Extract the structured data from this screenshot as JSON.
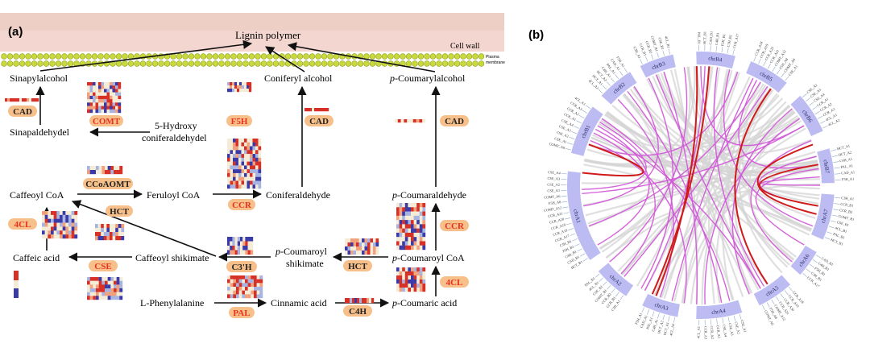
{
  "panel_a": {
    "label": "(a)",
    "cell_wall": "Cell wall",
    "plasma_membrane_line1": "Plasma",
    "plasma_membrane_line2": "membrane",
    "lignin": "Lignin polymer",
    "metabolites": {
      "sinapylalcohol": "Sinapylalcohol",
      "coniferyl_alcohol": "Coniferyl alcohol",
      "p_coumaryl_prefix": "p",
      "p_coumaryl": "-Coumarylalcohol",
      "sinapaldehydel": "Sinapaldehydel",
      "hydroxy_line1": "5-Hydroxy",
      "hydroxy_line2": "coniferaldehydel",
      "caffeoyl_coa": "Caffeoyl CoA",
      "feruloyl_coa": "Feruloyl CoA",
      "coniferaldehyde": "Coniferaldehyde",
      "p_coumaraldehyde": "-Coumaraldehyde",
      "caffeic_acid": "Caffeic acid",
      "caffeoyl_shikimate": "Caffeoyl shikimate",
      "p_coumaroyl_shikimate_line1": "-Coumaroyl",
      "p_coumaroyl_shikimate_line2": "shikimate",
      "p_coumaroyl_coa": "-Coumaroyl CoA",
      "l_phenylalanine": "L-Phenylalanine",
      "cinnamic_acid": "Cinnamic acid",
      "p_coumaric_acid": "-Coumaric acid"
    },
    "enzymes": {
      "cad_left": "CAD",
      "comt": "COMT",
      "f5h": "F5H",
      "cad_mid": "CAD",
      "cad_right": "CAD",
      "ccoaomt": "CCoAOMT",
      "hct_top": "HCT",
      "ccr_mid": "CCR",
      "ccr_right": "CCR",
      "four_cl_left": "4CL",
      "cse": "CSE",
      "c3h": "C3'H",
      "hct_mid": "HCT",
      "four_cl_right": "4CL",
      "pal": "PAL",
      "c4h": "C4H"
    },
    "colors": {
      "enzyme_pill": "#f7c08a",
      "enzyme_red_text": "#e8301f",
      "enzyme_dark_text": "#222222",
      "membrane_bead": "#c9d83a",
      "cell_wall_band": "#f2d6cf",
      "heat_red": "#d73027",
      "heat_blue": "#3a3aa8",
      "heat_cream": "#f4ecd6"
    }
  },
  "panel_b": {
    "label": "(b)",
    "chromosomes": [
      "chrB1",
      "chrB2",
      "chrB3",
      "chrB4",
      "chrB5",
      "chrB6",
      "chrB7",
      "chrA7",
      "chrA6",
      "chrA5",
      "chrA4",
      "chrA3",
      "chrA2",
      "chrA1"
    ],
    "colors": {
      "chromosome_block": "#bcbcf2",
      "link_grey": "#d4d4d4",
      "link_magenta": "#d25ad9",
      "link_red": "#d01a1a",
      "label_line": "#8fa8c8"
    },
    "gene_labels_sample": [
      "COMT_A6",
      "CSE_A1",
      "CSE_A2",
      "CSE_A3",
      "CSE_A4",
      "CCR_A1",
      "CCR_A2",
      "CCR_A3",
      "4CL_A1",
      "4CL_A2",
      "HCT_A1",
      "HCT_A2",
      "C4H_A1",
      "PAL_A1",
      "CAD_A1",
      "F5H_A1",
      "C3H_A1",
      "CCR_B1",
      "CCR_B2",
      "COMT_B1",
      "CSE_B1",
      "4CL_B1",
      "PAL_B1",
      "HCT_B1",
      "CAD_B1",
      "C4H_B1",
      "F5H_B1",
      "C3H_B1",
      "CCR_A17",
      "CCR_A18",
      "CCR_A19",
      "CCR_A20",
      "CCR_A21",
      "COMT_A12",
      "F5H_A8"
    ]
  }
}
